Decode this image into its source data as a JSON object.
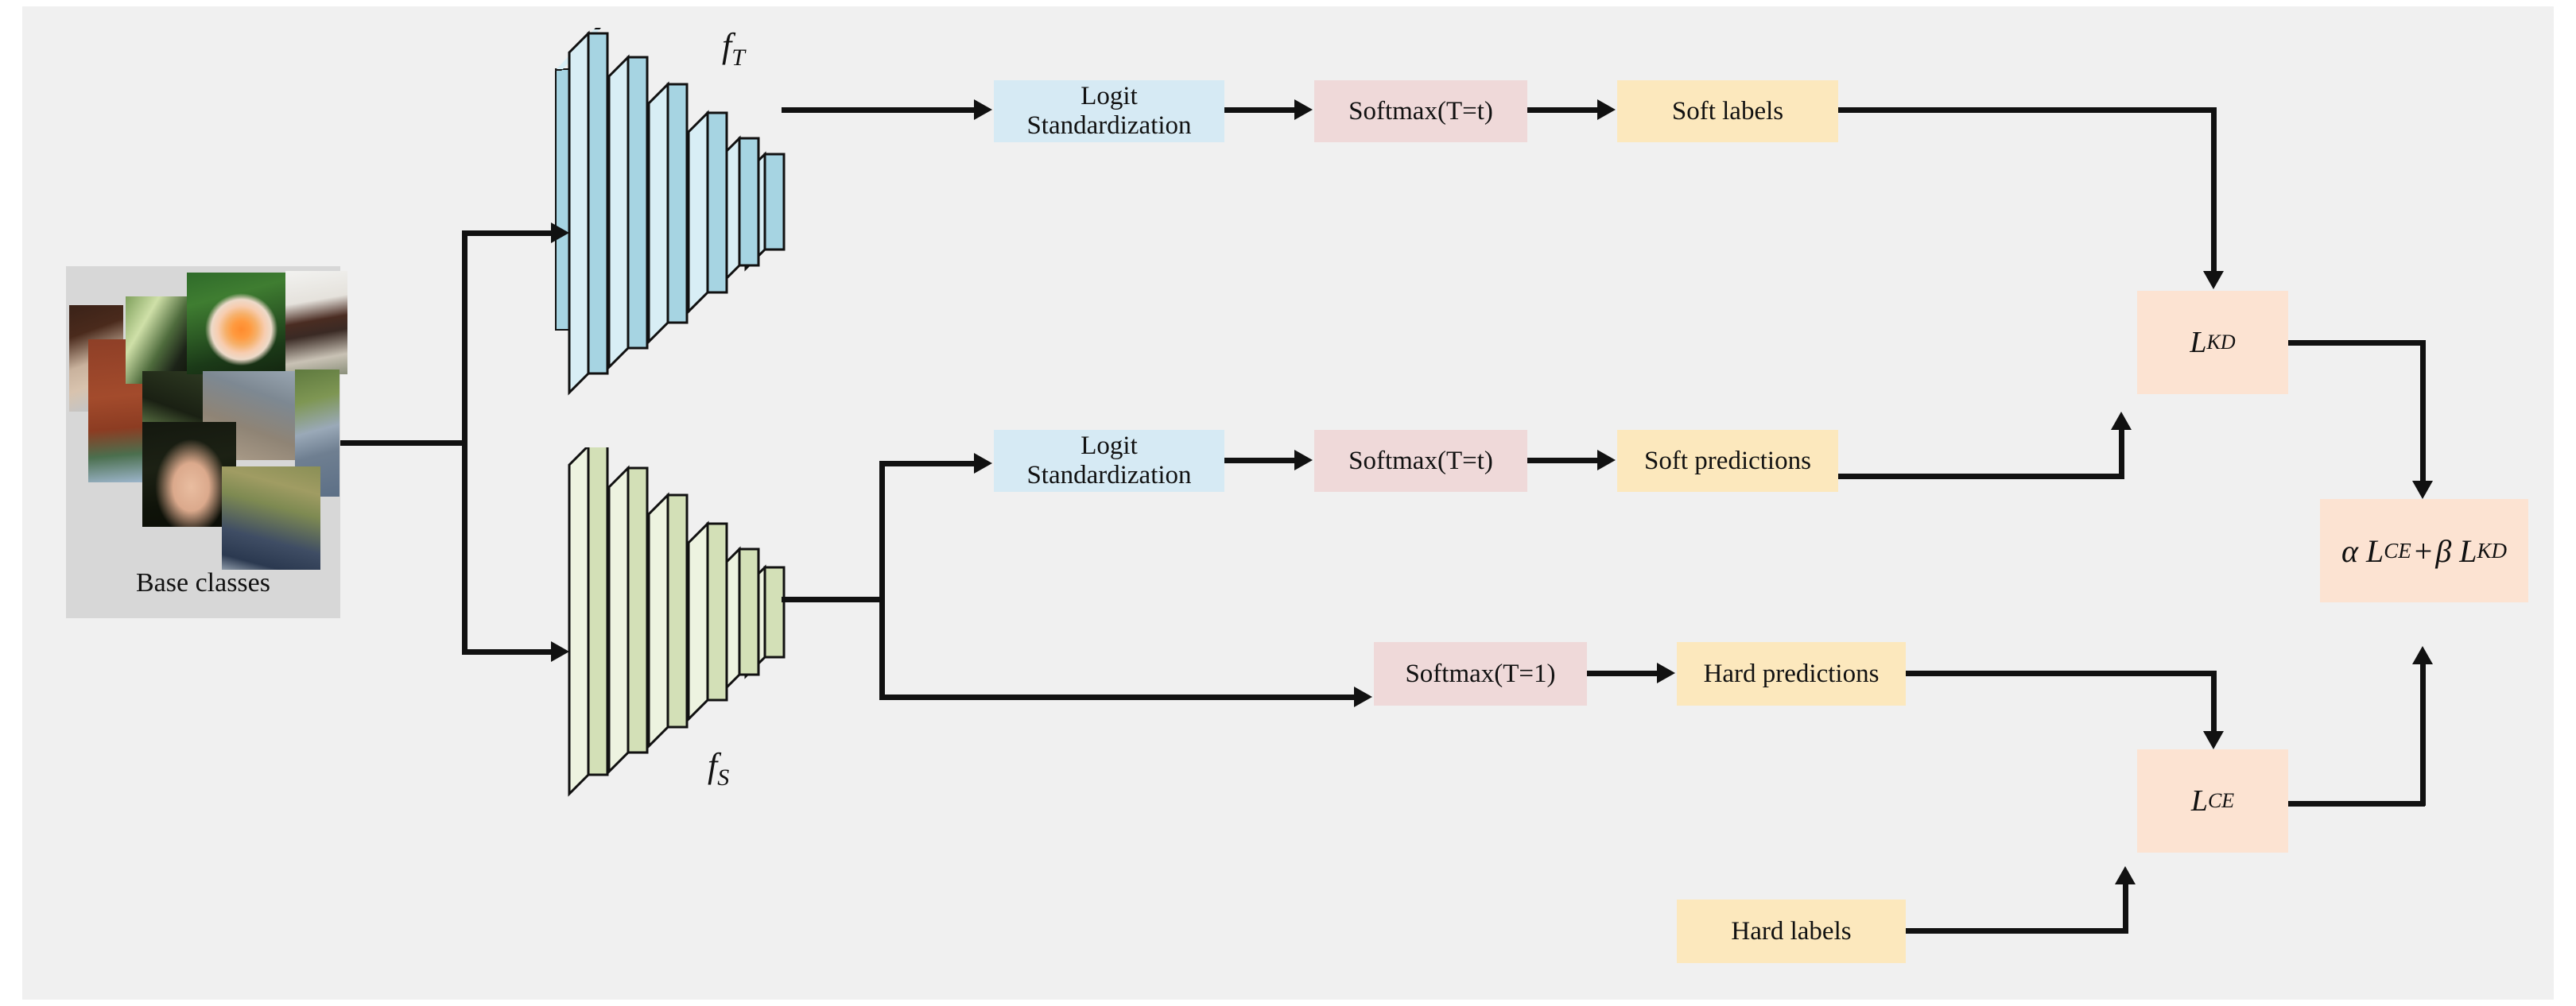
{
  "figure": {
    "type": "knowledge-distillation-pipeline-diagram",
    "background_color": "#f0f0f0",
    "page_color": "#ffffff"
  },
  "input": {
    "panel_label": "Base classes",
    "panel_color": "#d7d7d7",
    "thumbnail_count": 9
  },
  "networks": {
    "teacher": {
      "label_f": "f",
      "label_sub": "T",
      "color": "#a6d4e2",
      "edge_color": "#d8eef5",
      "slab_count": 6
    },
    "student": {
      "label_f": "f",
      "label_sub": "S",
      "color": "#d3e0b7",
      "edge_color": "#edf3e0",
      "slab_count": 6
    }
  },
  "colors": {
    "logit_box": "#d6eaf4",
    "softmax_box": "#efd9d9",
    "output_box": "#fce8bd",
    "loss_box": "#fce3d2",
    "arrow": "#111111"
  },
  "rows": {
    "teacher_soft": {
      "logit": "Logit\nStandardization",
      "logit_line1": "Logit",
      "logit_line2": "Standardization",
      "softmax": "Softmax(T=t)",
      "output": "Soft labels"
    },
    "student_soft": {
      "logit_line1": "Logit",
      "logit_line2": "Standardization",
      "softmax": "Softmax(T=t)",
      "output": "Soft predictions"
    },
    "student_hard": {
      "softmax": "Softmax(T=1)",
      "output": "Hard predictions"
    },
    "ground_truth": {
      "output": "Hard labels"
    }
  },
  "losses": {
    "kd": {
      "symbol": "L",
      "subscript": "KD"
    },
    "ce": {
      "symbol": "L",
      "subscript": "CE"
    },
    "total": {
      "alpha": "α",
      "l1": "L",
      "l1_sub": "CE",
      "plus": "+",
      "beta": "β",
      "l2": "L",
      "l2_sub": "KD"
    }
  },
  "chart_data": {
    "type": "diagram",
    "title": "Logit standardization knowledge distillation pipeline",
    "nodes": [
      {
        "id": "input",
        "label": "Base classes",
        "kind": "image-panel"
      },
      {
        "id": "teacher",
        "label": "f_T",
        "kind": "network",
        "color": "#a6d4e2"
      },
      {
        "id": "student",
        "label": "f_S",
        "kind": "network",
        "color": "#d3e0b7"
      },
      {
        "id": "ls_t",
        "label": "Logit Standardization",
        "kind": "op",
        "color": "#d6eaf4"
      },
      {
        "id": "sm_t",
        "label": "Softmax(T=t)",
        "kind": "op",
        "color": "#efd9d9"
      },
      {
        "id": "soft_labels",
        "label": "Soft labels",
        "kind": "tensor",
        "color": "#fce8bd"
      },
      {
        "id": "ls_s",
        "label": "Logit Standardization",
        "kind": "op",
        "color": "#d6eaf4"
      },
      {
        "id": "sm_s",
        "label": "Softmax(T=t)",
        "kind": "op",
        "color": "#efd9d9"
      },
      {
        "id": "soft_preds",
        "label": "Soft predictions",
        "kind": "tensor",
        "color": "#fce8bd"
      },
      {
        "id": "sm_h",
        "label": "Softmax(T=1)",
        "kind": "op",
        "color": "#efd9d9"
      },
      {
        "id": "hard_preds",
        "label": "Hard predictions",
        "kind": "tensor",
        "color": "#fce8bd"
      },
      {
        "id": "hard_labels",
        "label": "Hard labels",
        "kind": "tensor",
        "color": "#fce8bd"
      },
      {
        "id": "l_kd",
        "label": "L_KD",
        "kind": "loss",
        "color": "#fce3d2"
      },
      {
        "id": "l_ce",
        "label": "L_CE",
        "kind": "loss",
        "color": "#fce3d2"
      },
      {
        "id": "total",
        "label": "α L_CE + β L_KD",
        "kind": "loss",
        "color": "#fce3d2"
      }
    ],
    "edges": [
      {
        "from": "input",
        "to": "teacher"
      },
      {
        "from": "input",
        "to": "student"
      },
      {
        "from": "teacher",
        "to": "ls_t"
      },
      {
        "from": "ls_t",
        "to": "sm_t"
      },
      {
        "from": "sm_t",
        "to": "soft_labels"
      },
      {
        "from": "soft_labels",
        "to": "l_kd"
      },
      {
        "from": "student",
        "to": "ls_s"
      },
      {
        "from": "ls_s",
        "to": "sm_s"
      },
      {
        "from": "sm_s",
        "to": "soft_preds"
      },
      {
        "from": "soft_preds",
        "to": "l_kd"
      },
      {
        "from": "student",
        "to": "sm_h"
      },
      {
        "from": "sm_h",
        "to": "hard_preds"
      },
      {
        "from": "hard_preds",
        "to": "l_ce"
      },
      {
        "from": "hard_labels",
        "to": "l_ce"
      },
      {
        "from": "l_kd",
        "to": "total"
      },
      {
        "from": "l_ce",
        "to": "total"
      }
    ]
  }
}
